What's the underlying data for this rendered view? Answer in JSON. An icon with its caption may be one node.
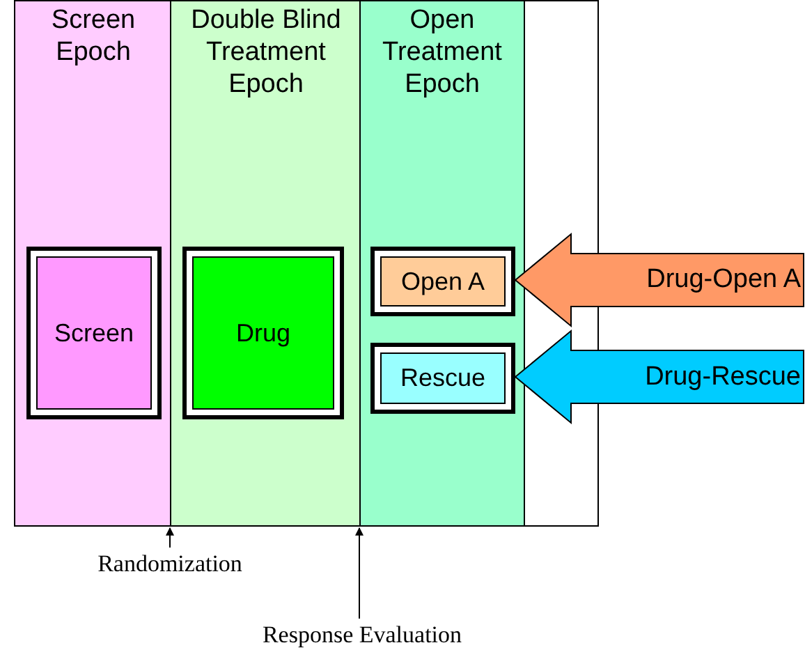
{
  "diagram": {
    "nodes": [
      {
        "text": [
          "Screen Epoch"
        ]
      },
      {
        "text": [
          "Double Blind Treatment Epoch"
        ]
      },
      {
        "text": [
          "Open Treatment Epoch"
        ]
      },
      {
        "text": [
          "Screen"
        ],
        "in": 0
      },
      {
        "text": [
          "Drug"
        ],
        "in": 1
      },
      {
        "text": [
          "Open A"
        ],
        "in": 2
      },
      {
        "text": [
          "Rescue"
        ],
        "in": 2
      },
      {
        "text": [
          "Randomization"
        ]
      },
      {
        "text": [
          "Response Evaluation"
        ]
      }
    ],
    "edges": [
      {
        "from": 7,
        "to": 1,
        "arrow": "to"
      },
      {
        "from": 8,
        "to": 1,
        "arrow": "to"
      },
      {
        "from": null,
        "to": 5,
        "arrow": "to",
        "label": "Drug-Open A",
        "style": "thick",
        "color": "#ff9966"
      },
      {
        "from": null,
        "to": 6,
        "arrow": "to",
        "label": "Drug-Rescue",
        "style": "thick",
        "color": "#00ccff"
      }
    ]
  }
}
